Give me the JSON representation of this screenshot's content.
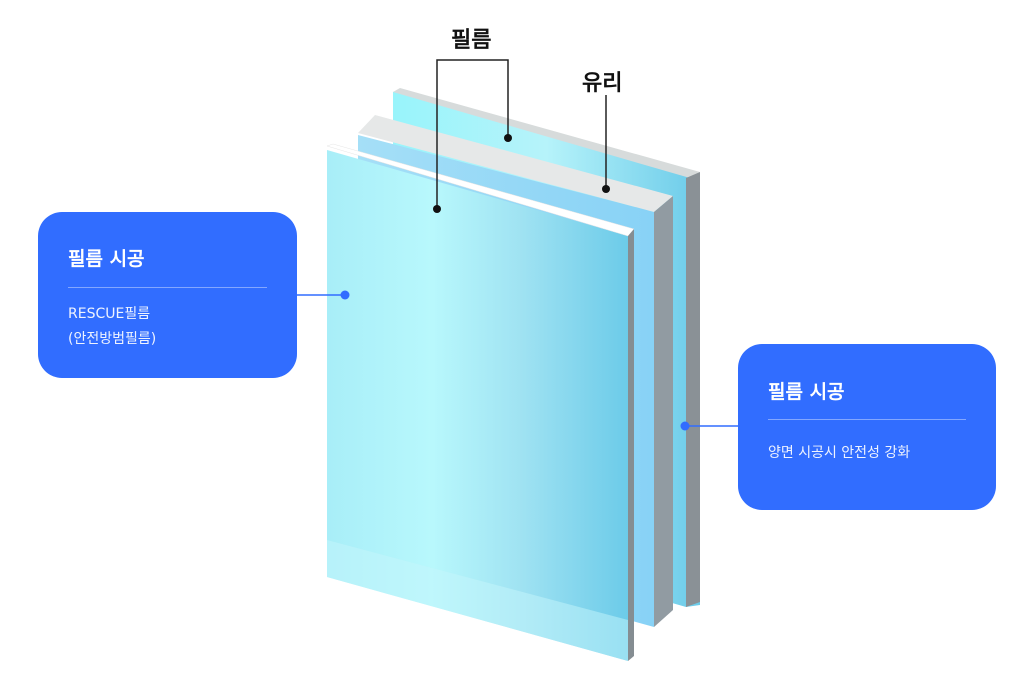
{
  "labels": {
    "film_top": "필름",
    "glass_top": "유리"
  },
  "left_card": {
    "title": "필름 시공",
    "lines": [
      "RESCUE필름",
      "(안전방범필름)"
    ]
  },
  "right_card": {
    "title": "필름 시공",
    "lines": [
      "양면 시공시 안전성 강화"
    ]
  },
  "colors": {
    "card_blue": "#316dff",
    "film_light": "#b6f6fb",
    "film_dark": "#6ccbe9",
    "glass_edge": "#e6e8e8",
    "side_gray": "#8f9aa1"
  }
}
